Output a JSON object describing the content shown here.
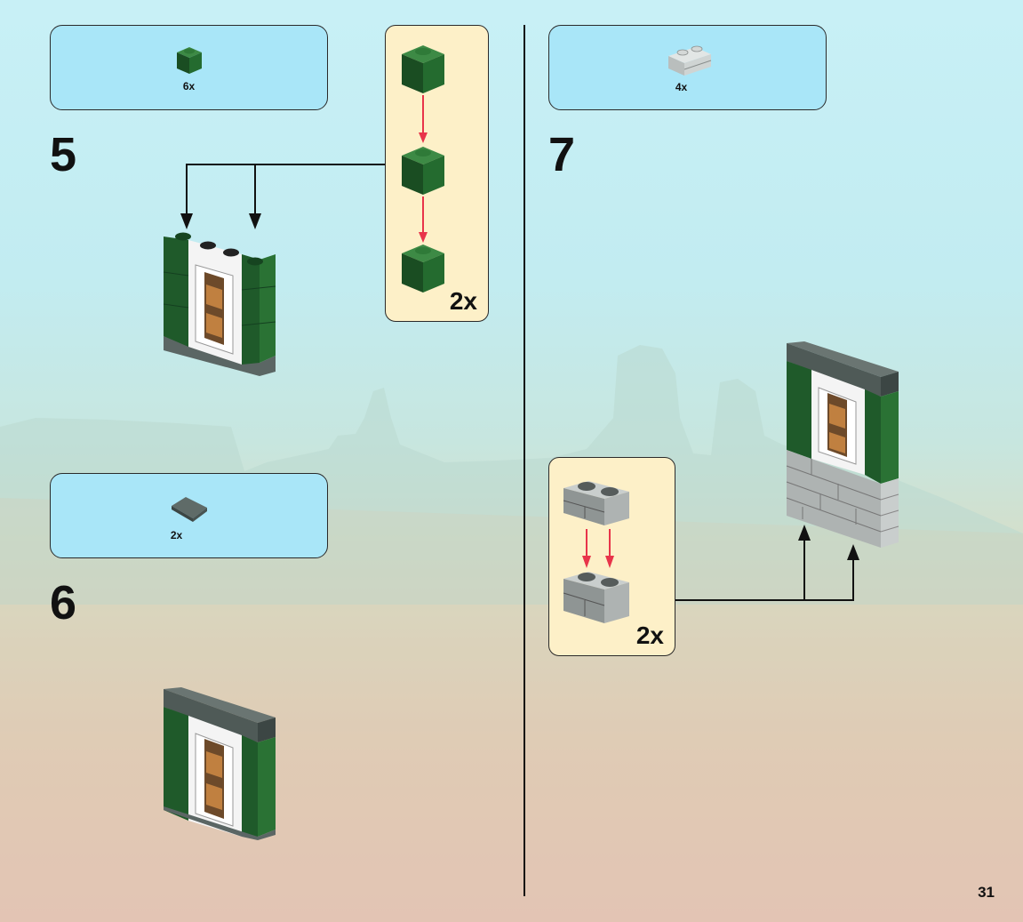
{
  "steps": [
    {
      "number": "5",
      "parts": [
        {
          "qty": "6x",
          "icon": "green-1x1-brick-icon"
        }
      ],
      "subassembly_multiplier": "2x"
    },
    {
      "number": "6",
      "parts": [
        {
          "qty": "2x",
          "icon": "gray-slope-icon"
        }
      ]
    },
    {
      "number": "7",
      "parts": [
        {
          "qty": "4x",
          "icon": "light-gray-masonry-brick-icon"
        }
      ],
      "subassembly_multiplier": "2x"
    }
  ],
  "page_number": "31",
  "colors": {
    "brick_green": "#1f5a2a",
    "brick_gray": "#4f5a57",
    "masonry_gray": "#c9cecd",
    "arrow_red": "#e8344a",
    "callout_blue": "#a9e6f8",
    "subassembly_cream": "#fdf0c8"
  }
}
